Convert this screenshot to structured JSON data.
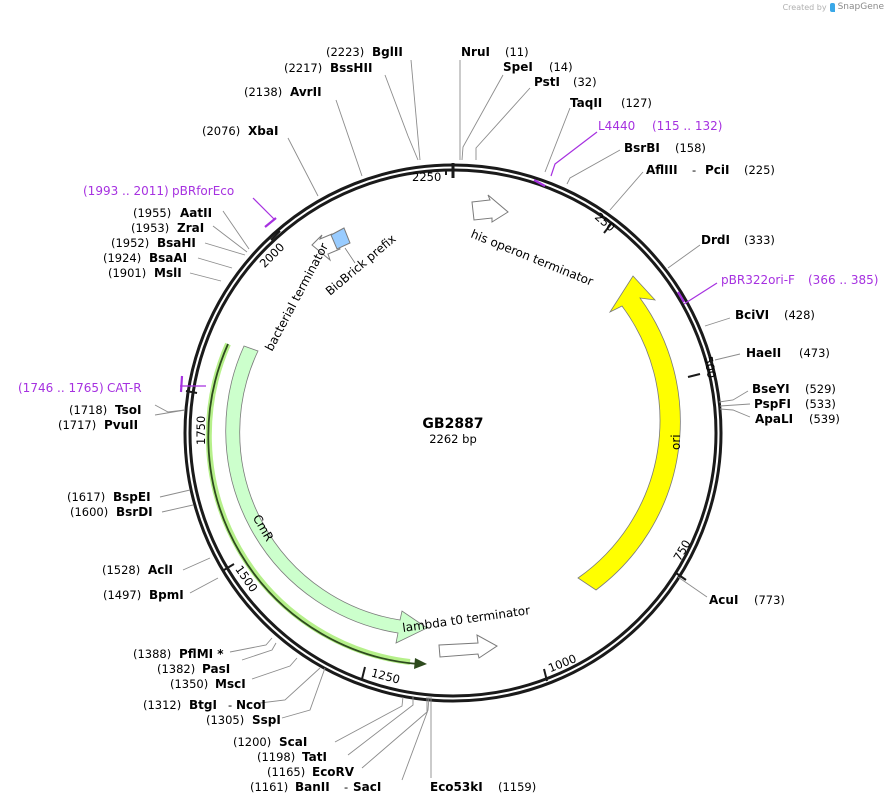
{
  "credit": {
    "prefix": "Created by",
    "brand": "SnapGene",
    "icon": "snapgene-logo-icon"
  },
  "plasmid": {
    "name": "GB2887",
    "length_label": "2262 bp",
    "length": 2262
  },
  "colors": {
    "primer": "#a631e0",
    "ori": "#ffff00",
    "cmr": "#ccffcc",
    "cmr_orf_glow": "#b6f08a",
    "biobrick": "#99ccff",
    "backbone": "#1a1a1a"
  },
  "ticks": [
    {
      "pos": 250,
      "label": "250"
    },
    {
      "pos": 500,
      "label": "500"
    },
    {
      "pos": 750,
      "label": "750"
    },
    {
      "pos": 1000,
      "label": "1000"
    },
    {
      "pos": 1250,
      "label": "1250"
    },
    {
      "pos": 1500,
      "label": "1500"
    },
    {
      "pos": 1750,
      "label": "1750"
    },
    {
      "pos": 2000,
      "label": "2000"
    },
    {
      "pos": 2250,
      "label": "2250"
    }
  ],
  "features": [
    {
      "name": "ori",
      "label": "ori",
      "color": "#ffff00"
    },
    {
      "name": "CmR",
      "label": "CmR",
      "color": "#ccffcc"
    },
    {
      "name": "his operon terminator",
      "label": "his operon terminator"
    },
    {
      "name": "lambda t0 terminator",
      "label": "lambda t0 terminator"
    },
    {
      "name": "bacterial terminator",
      "label": "bacterial terminator"
    },
    {
      "name": "BioBrick prefix",
      "label": "BioBrick prefix",
      "color": "#99ccff"
    }
  ],
  "primers": [
    {
      "name": "L4440",
      "range": "(115 .. 132)"
    },
    {
      "name": "pBR322ori-F",
      "range": "(366 .. 385)"
    },
    {
      "name": "CAT-R",
      "range": "(1746 .. 1765)"
    },
    {
      "name": "pBRforEco",
      "range": "(1993 .. 2011)"
    }
  ],
  "enzymes": [
    {
      "name": "NruI",
      "pos": "(11)"
    },
    {
      "name": "SpeI",
      "pos": "(14)"
    },
    {
      "name": "PstI",
      "pos": "(32)"
    },
    {
      "name": "TaqII",
      "pos": "(127)"
    },
    {
      "name": "BsrBI",
      "pos": "(158)"
    },
    {
      "name": "AflIII",
      "name2": "PciI",
      "pos": "(225)"
    },
    {
      "name": "DrdI",
      "pos": "(333)"
    },
    {
      "name": "BciVI",
      "pos": "(428)"
    },
    {
      "name": "HaeII",
      "pos": "(473)"
    },
    {
      "name": "BseYI",
      "pos": "(529)"
    },
    {
      "name": "PspFI",
      "pos": "(533)"
    },
    {
      "name": "ApaLI",
      "pos": "(539)"
    },
    {
      "name": "AcuI",
      "pos": "(773)"
    },
    {
      "name": "Eco53kI",
      "pos": "(1159)"
    },
    {
      "name": "BanII",
      "name2": "SacI",
      "pos": "(1161)"
    },
    {
      "name": "EcoRV",
      "pos": "(1165)"
    },
    {
      "name": "TatI",
      "pos": "(1198)"
    },
    {
      "name": "ScaI",
      "pos": "(1200)"
    },
    {
      "name": "SspI",
      "pos": "(1305)"
    },
    {
      "name": "BtgI",
      "name2": "NcoI",
      "pos": "(1312)"
    },
    {
      "name": "MscI",
      "pos": "(1350)"
    },
    {
      "name": "PasI",
      "pos": "(1382)"
    },
    {
      "name": "PflMI *",
      "pos": "(1388)"
    },
    {
      "name": "BpmI",
      "pos": "(1497)"
    },
    {
      "name": "AclI",
      "pos": "(1528)"
    },
    {
      "name": "BsrDI",
      "pos": "(1600)"
    },
    {
      "name": "BspEI",
      "pos": "(1617)"
    },
    {
      "name": "PvuII",
      "pos": "(1717)"
    },
    {
      "name": "TsoI",
      "pos": "(1718)"
    },
    {
      "name": "MslI",
      "pos": "(1901)"
    },
    {
      "name": "BsaAI",
      "pos": "(1924)"
    },
    {
      "name": "BsaHI",
      "pos": "(1952)"
    },
    {
      "name": "ZraI",
      "pos": "(1953)"
    },
    {
      "name": "AatII",
      "pos": "(1955)"
    },
    {
      "name": "XbaI",
      "pos": "(2076)"
    },
    {
      "name": "AvrII",
      "pos": "(2138)"
    },
    {
      "name": "BssHII",
      "pos": "(2217)"
    },
    {
      "name": "BglII",
      "pos": "(2223)"
    }
  ]
}
